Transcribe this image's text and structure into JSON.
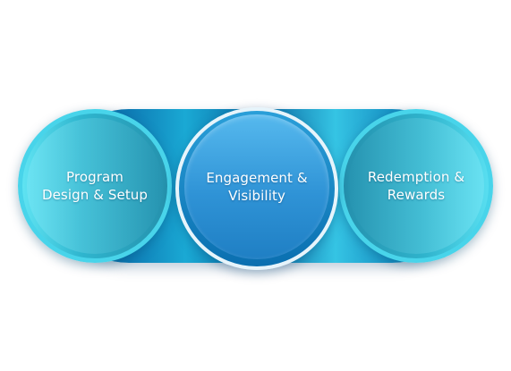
{
  "stages": [
    {
      "label": "Program\nDesign & Setup"
    },
    {
      "label": "Engagement &\nVisibility"
    },
    {
      "label": "Redemption &\nRewards"
    }
  ],
  "colors": {
    "band": "#0b6aa3",
    "outer_circle": "#48d4ea",
    "middle_circle": "#2f93d6",
    "text": "#ffffff"
  }
}
